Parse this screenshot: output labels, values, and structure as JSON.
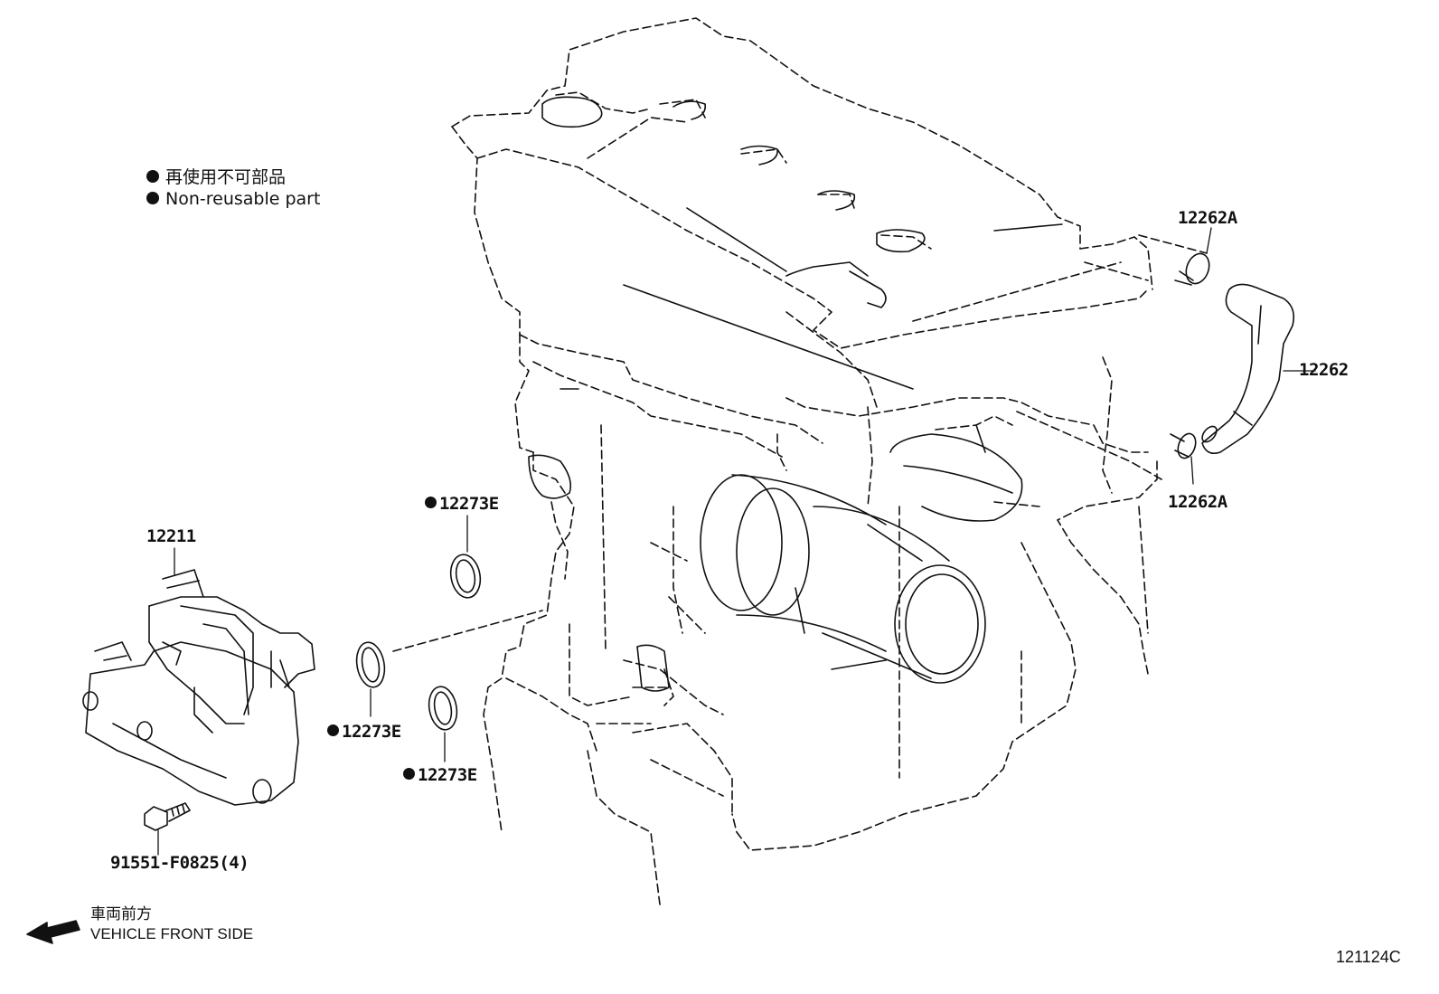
{
  "legend": {
    "jp": "再使用不可部品",
    "en": "Non-reusable part"
  },
  "direction": {
    "jp": "車両前方",
    "en": "VEHICLE FRONT SIDE"
  },
  "figure_number": "121124C",
  "parts": {
    "oil_separator": "12211",
    "bolt": "91551-F0825(4)",
    "gasket_1": "12273E",
    "gasket_2": "12273E",
    "gasket_3": "12273E",
    "hose": "12262",
    "clip_upper": "12262A",
    "clip_lower": "12262A"
  }
}
